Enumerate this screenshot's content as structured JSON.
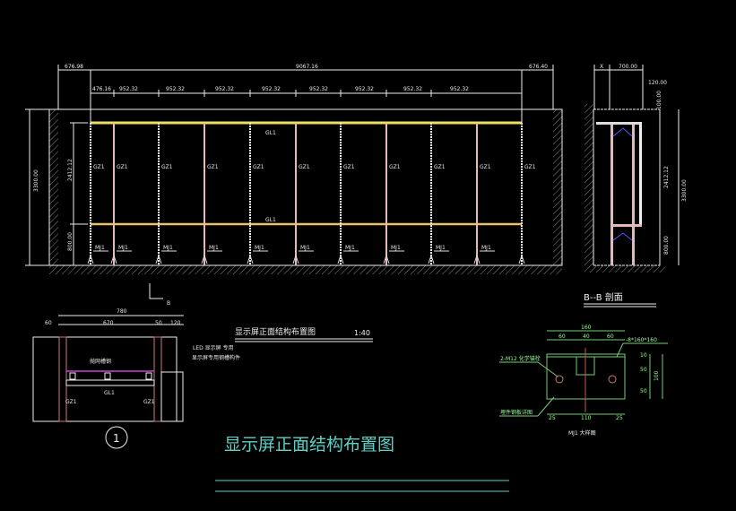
{
  "elevation": {
    "dims_top": {
      "left": "676.98",
      "total": "9067.16",
      "right": "676.40"
    },
    "dims_sub": [
      "476.16",
      "952.32",
      "952.32",
      "952.32",
      "952.32",
      "952.32",
      "952.32",
      "952.32",
      "952.32"
    ],
    "dims_height": {
      "total": "3300.00",
      "upper": "2412.12",
      "lower": "800.00"
    },
    "beam_label": "GL1",
    "column_label": "GZ1",
    "embed_label": "MJ1",
    "section_mark": "B"
  },
  "side_section": {
    "dims_top": [
      "X",
      "700.00"
    ],
    "dim_offset": "120.00",
    "dim_top_gap": "100.00",
    "dims_height": {
      "total": "3300.00",
      "upper": "2412.12",
      "lower": "800.00"
    },
    "title": "B--B 剖面"
  },
  "detail": {
    "dims_total": "780",
    "dims": [
      "60",
      "670",
      "50",
      "120"
    ],
    "beam_label": "GL1",
    "column_label": "GZ1",
    "note_1": "抛网槽钢",
    "note_2": "LED 显示屏 专用",
    "note_3": "显示屏专用钢槽构件",
    "callout": "1"
  },
  "title_block": {
    "subtitle": "显示屏正面结构布置图",
    "scale": "1:40",
    "main_title": "显示屏正面结构布置图"
  },
  "plate": {
    "dims_total": "160",
    "dims_top": [
      "60",
      "40",
      "60"
    ],
    "dims_side": [
      "10",
      "50",
      "50",
      "100"
    ],
    "dims_bottom": [
      "25",
      "110",
      "25"
    ],
    "note_bolt": "2-M12 化学锚栓",
    "note_plate": "-8*160*160",
    "note_base": "埋件钢板详图",
    "title": "MJ1 大样图"
  },
  "colors": {
    "background": "#000000",
    "beam": "#f0e060",
    "column": "#e8b8b8",
    "line": "#eeeeee",
    "detail_green": "#77cc77",
    "title_cyan": "#5fd0c8"
  }
}
